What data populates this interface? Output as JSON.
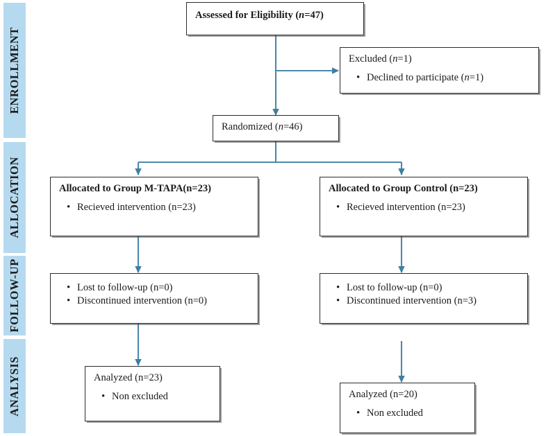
{
  "figure": {
    "type": "consort-flow-diagram",
    "accent_blue": "#3e7fa3",
    "stage_bar_color": "#b5daf0",
    "box_border_color": "#2b2b2b"
  },
  "stages": [
    {
      "label": "ENROLLMENT"
    },
    {
      "label": "ALLOCATION"
    },
    {
      "label": "FOLLOW-UP"
    },
    {
      "label": "ANALYSIS"
    }
  ],
  "nodes": {
    "assessed": {
      "title_pre": "Assessed for Eligibility (",
      "title_italic": "n",
      "title_post": "=47)"
    },
    "excluded": {
      "title_pre": "Excluded (",
      "title_italic": "n",
      "title_post": "=1)",
      "bullet_pre": "Declined to participate (",
      "bullet_italic": "n",
      "bullet_post": "=1)"
    },
    "randomized": {
      "title_pre": "Randomized (",
      "title_italic": "n",
      "title_post": "=46)"
    },
    "alloc_intervention": {
      "title": "Allocated to Group M-TAPA(n=23)",
      "bullets": [
        "Recieved intervention (n=23)"
      ]
    },
    "alloc_control": {
      "title": "Allocated to Group Control (n=23)",
      "bullets": [
        "Recieved intervention (n=23)"
      ]
    },
    "followup_intervention": {
      "bullets": [
        "Lost to follow-up (n=0)",
        "Discontinued intervention (n=0)"
      ]
    },
    "followup_control": {
      "bullets": [
        "Lost to follow-up (n=0)",
        "Discontinued intervention (n=3)"
      ]
    },
    "analysis_intervention": {
      "title": "Analyzed (n=23)",
      "bullets": [
        "Non excluded"
      ]
    },
    "analysis_control": {
      "title": "Analyzed (n=20)",
      "bullets": [
        "Non excluded"
      ]
    }
  }
}
